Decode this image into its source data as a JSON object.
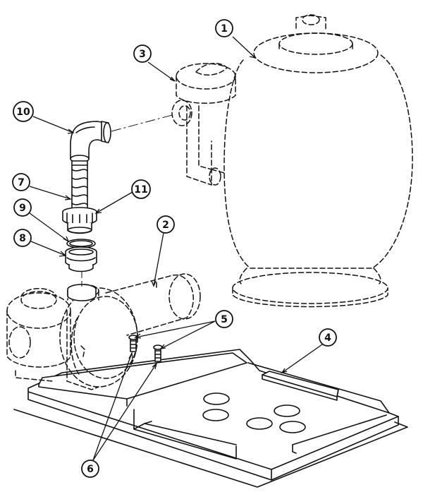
{
  "callouts": [
    {
      "id": "1",
      "label": "1"
    },
    {
      "id": "2",
      "label": "2"
    },
    {
      "id": "3",
      "label": "3"
    },
    {
      "id": "4",
      "label": "4"
    },
    {
      "id": "5",
      "label": "5"
    },
    {
      "id": "6",
      "label": "6"
    },
    {
      "id": "7",
      "label": "7"
    },
    {
      "id": "8",
      "label": "8"
    },
    {
      "id": "9",
      "label": "9"
    },
    {
      "id": "10",
      "label": "10"
    },
    {
      "id": "11",
      "label": "11"
    }
  ],
  "colors": {
    "ink": "#111111",
    "paper": "#ffffff"
  }
}
